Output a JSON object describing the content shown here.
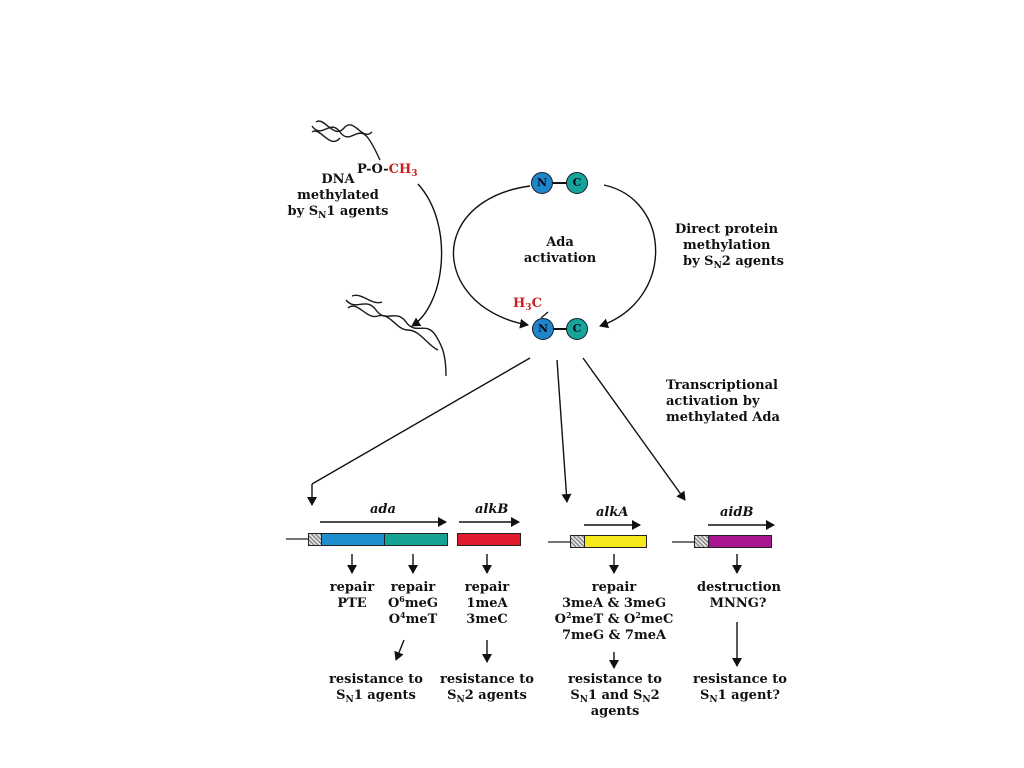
{
  "top": {
    "pocH3": "P-O-CH",
    "pocSub": "3",
    "dna_label": [
      "DNA",
      "methylated",
      "by S"
    ],
    "dna_sub": "N",
    "dna_tail": "1 agents",
    "bubble_N": "N",
    "bubble_C": "C",
    "ada_activation": [
      "Ada",
      "activation"
    ],
    "direct": [
      "Direct protein",
      "methylation",
      "by S"
    ],
    "direct_sub": "N",
    "direct_tail": "2 agents",
    "h3c_h": "H",
    "h3c_sub": "3",
    "h3c_c": "C",
    "transcriptional": [
      "Transcriptional",
      "activation by",
      "methylated Ada"
    ]
  },
  "genes": {
    "ada": "ada",
    "alkB": "alkB",
    "alkA": "alkA",
    "aidB": "aidB"
  },
  "products": {
    "pte": [
      "repair",
      "PTE"
    ],
    "o6": {
      "l1": "repair",
      "o6_a": "O",
      "o6_sup": "6",
      "o6_b": "meG",
      "o4_a": "O",
      "o4_sup": "4",
      "o4_b": "meT"
    },
    "alkb": [
      "repair",
      "1meA",
      "3meC"
    ],
    "alka": {
      "l1": "repair",
      "l2": "3meA & 3meG",
      "l3_a": "O",
      "l3_sup1": "2",
      "l3_b": "meT & O",
      "l3_sup2": "2",
      "l3_c": "meC",
      "l4": "7meG & 7meA"
    },
    "aidb": [
      "destruction",
      "MNNG?"
    ]
  },
  "resistance": {
    "r1": {
      "l1": "resistance to",
      "l2a": "S",
      "l2sub": "N",
      "l2b": "1 agents"
    },
    "r2": {
      "l1": "resistance to",
      "l2a": "S",
      "l2sub": "N",
      "l2b": "2 agents"
    },
    "r3": {
      "l1": "resistance to",
      "l2a": "S",
      "l2sub1": "N",
      "l2b": "1 and S",
      "l2sub2": "N",
      "l2c": "2",
      "l3": "agents"
    },
    "r4": {
      "l1": "resistance to",
      "l2a": "S",
      "l2sub": "N",
      "l2b": "1 agent?"
    }
  },
  "colors": {
    "ada_left": "#1f8fd0",
    "ada_right": "#14a394",
    "alkB": "#e01c2e",
    "alkA": "#f6e81a",
    "aidB": "#a8178f",
    "methyl_red": "#cc1f1f"
  }
}
